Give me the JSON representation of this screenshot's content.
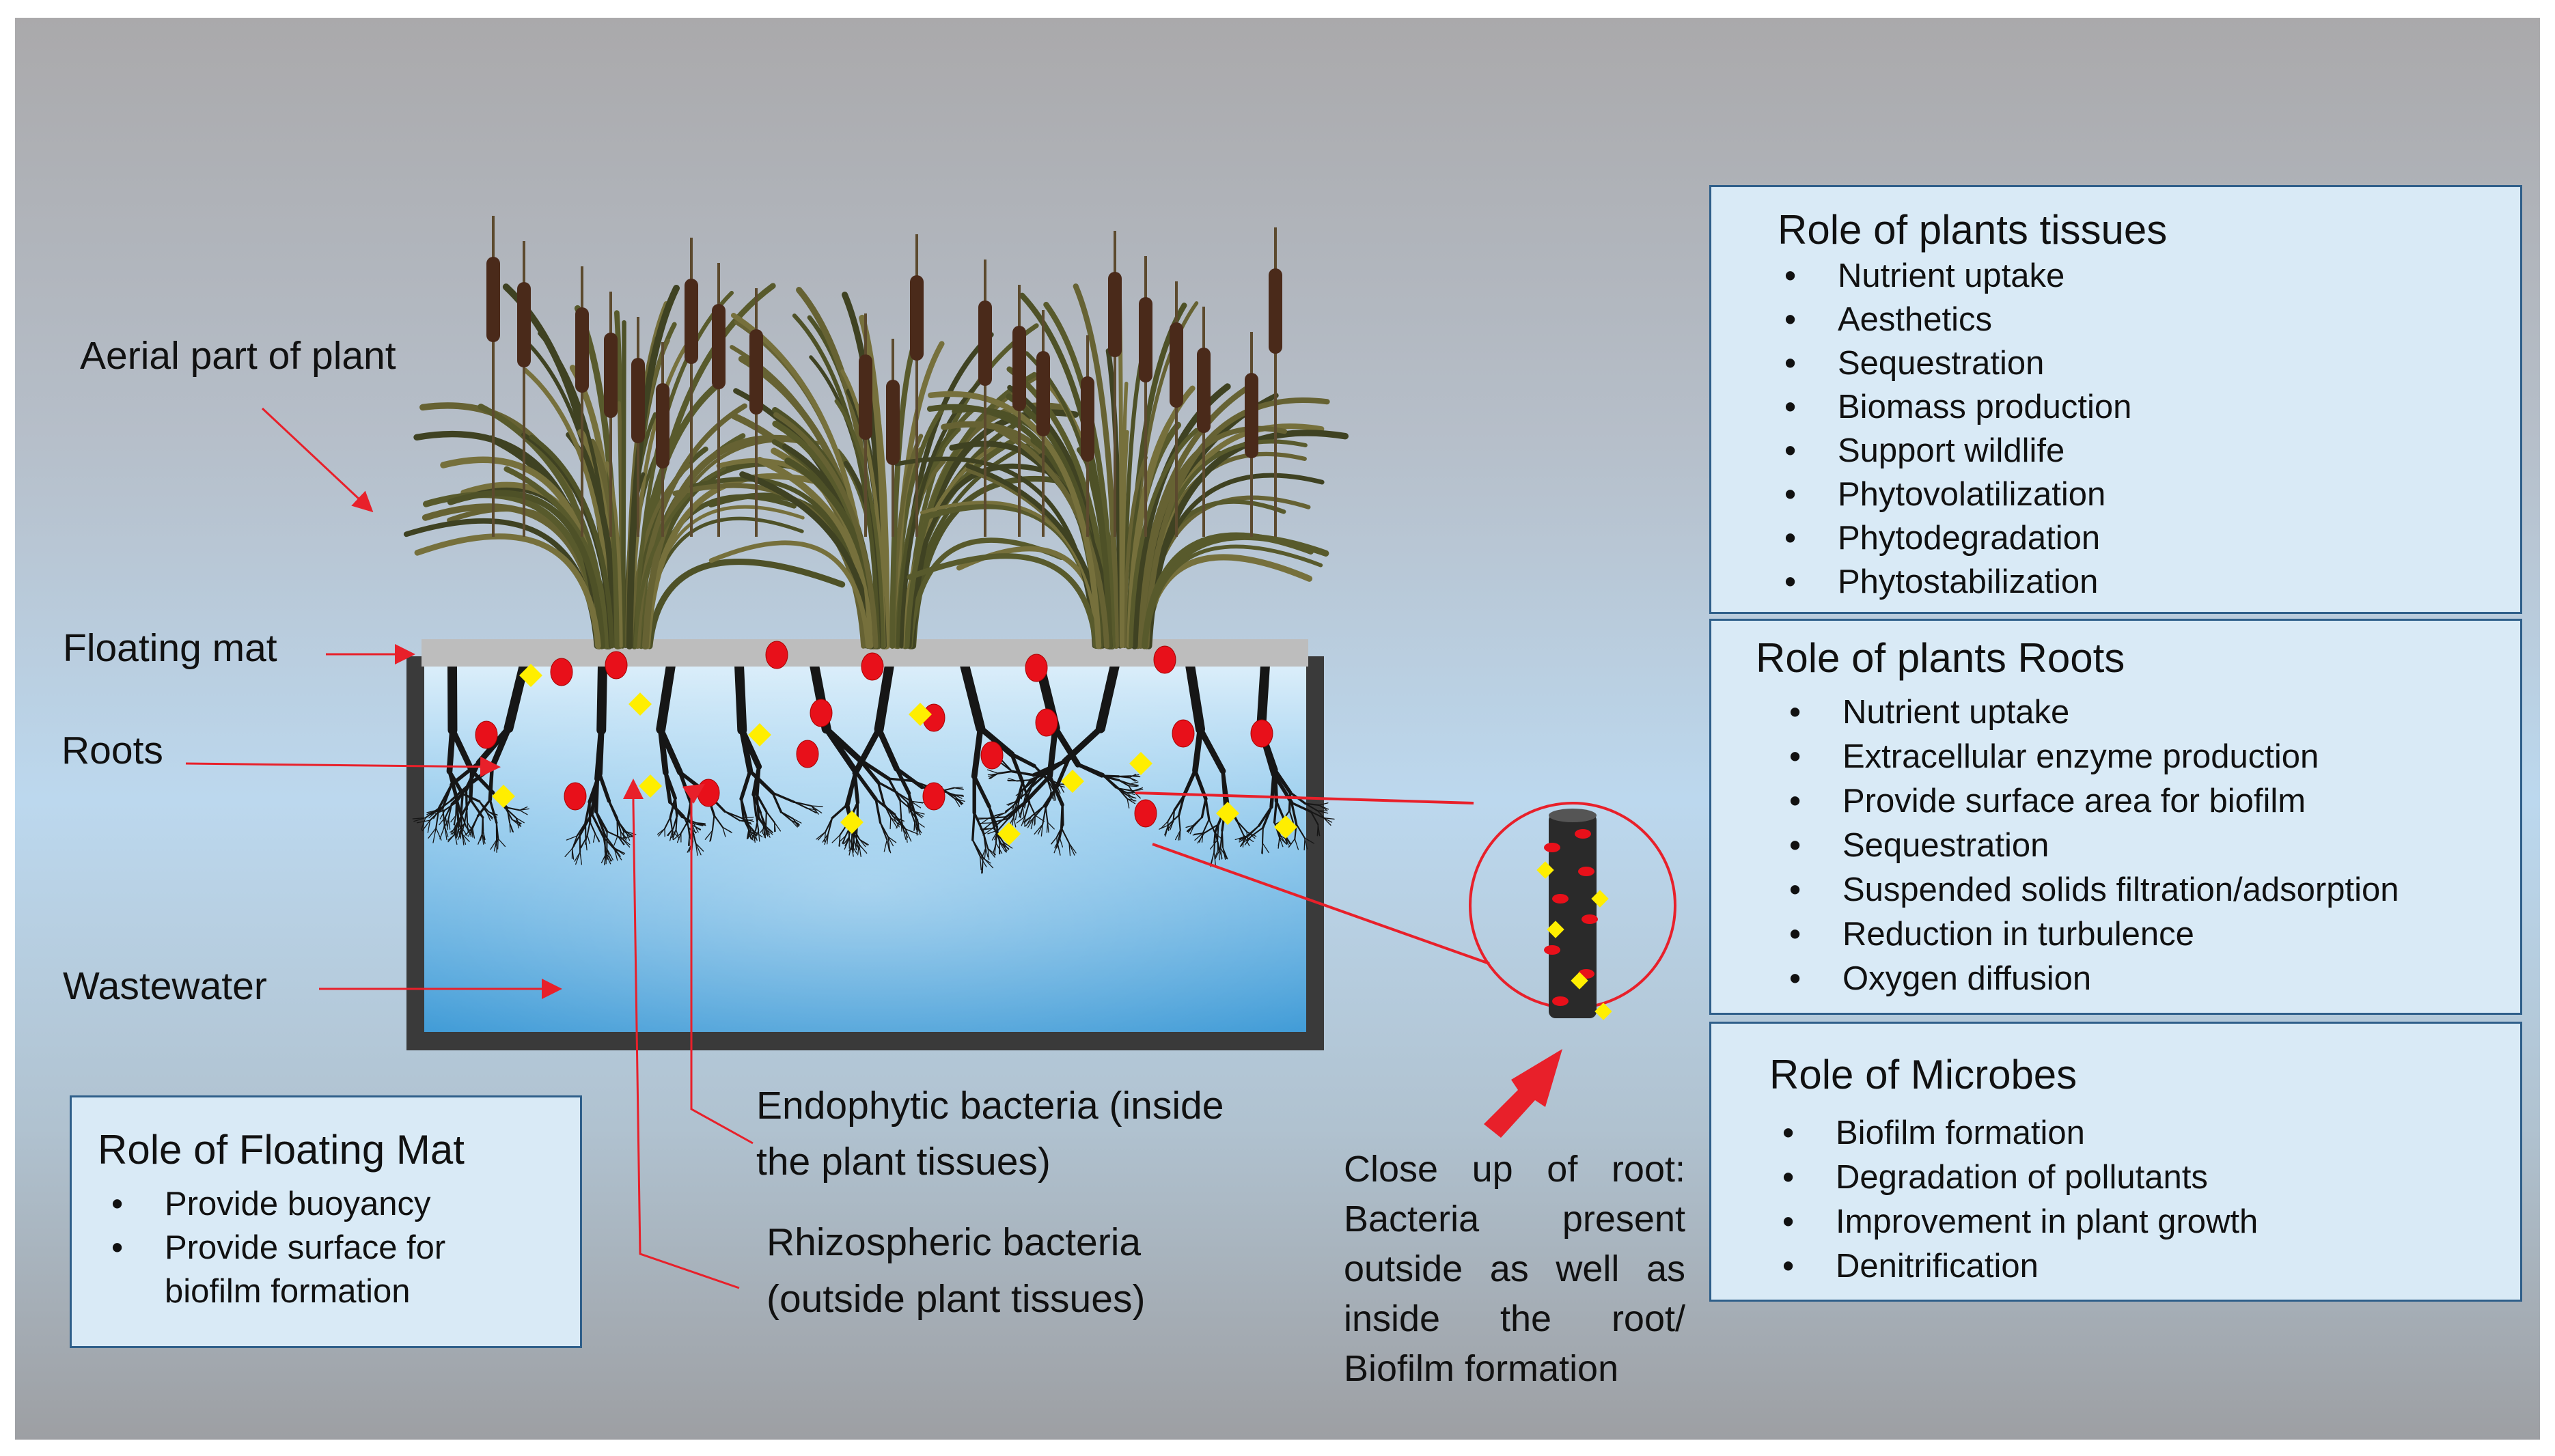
{
  "labels": {
    "aerial": "Aerial part of plant",
    "floating_mat": "Floating mat",
    "roots": "Roots",
    "wastewater": "Wastewater",
    "endophytic_line1": "Endophytic bacteria (inside",
    "endophytic_line2": "the plant tissues)",
    "rhizospheric_line1": "Rhizospheric bacteria",
    "rhizospheric_line2": "(outside plant tissues)",
    "closeup_caption": "Close up of root: Bacteria present outside as well as inside the root/ Biofilm formation"
  },
  "boxes": {
    "plant_tissues": {
      "title": "Role of plants tissues",
      "items": [
        "Nutrient uptake",
        "Aesthetics",
        "Sequestration",
        "Biomass production",
        "Support wildlife",
        "Phytovolatilization",
        "Phytodegradation",
        "Phytostabilization"
      ]
    },
    "plant_roots": {
      "title": "Role of plants Roots",
      "items": [
        "Nutrient uptake",
        "Extracellular enzyme production",
        "Provide surface area for biofilm",
        "Sequestration",
        "Suspended solids filtration/adsorption",
        "Reduction in turbulence",
        "Oxygen diffusion"
      ]
    },
    "microbes": {
      "title": "Role of Microbes",
      "items": [
        "Biofilm formation",
        "Degradation of pollutants",
        "Improvement in plant growth",
        "Denitrification"
      ]
    },
    "floating_mat": {
      "title": "Role of Floating Mat",
      "items": [
        "Provide buoyancy",
        "Provide surface for",
        "biofilm formation"
      ]
    }
  },
  "bullet": "•",
  "colors": {
    "arrow": "#e8202a",
    "rhizospheric_bacteria": "#e8101a",
    "endophytic_bacteria": "#ffee00",
    "water": "#4fa6dc",
    "tank": "#3a3a3a",
    "mat": "#bdbdbd",
    "plant_leaf": "#5b5a2c",
    "cattail": "#4a2a1a",
    "box_fill": "#d9eaf6",
    "box_border": "#2f5f8a"
  }
}
